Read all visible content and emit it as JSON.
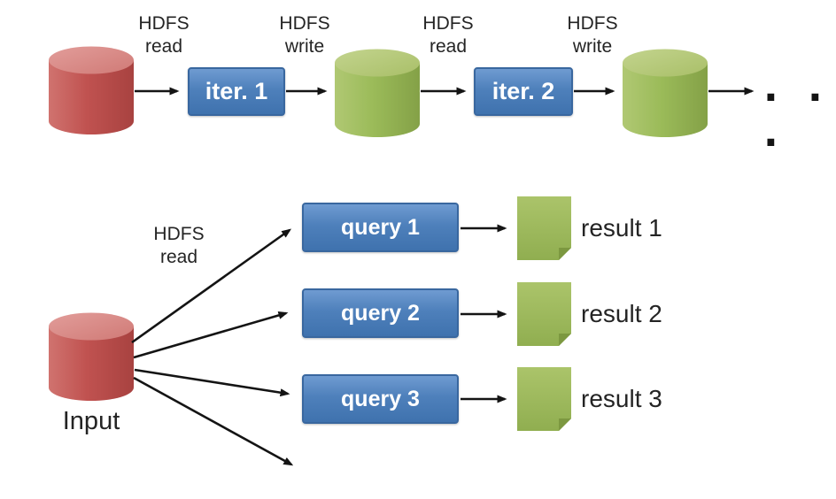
{
  "diagram": {
    "title_semantic": "HDFS iterative and interactive data flow",
    "colors": {
      "input_cylinder_red": "#c05250",
      "output_cylinder_green": "#9bbb59",
      "process_box_blue": "#4e80bb",
      "arrow_black": "#141414",
      "label_text": "#242424"
    },
    "top_flow": {
      "label_read_1": "HDFS\nread",
      "iter_1": "iter. 1",
      "label_write_1": "HDFS\nwrite",
      "label_read_2": "HDFS\nread",
      "iter_2": "iter. 2",
      "label_write_2": "HDFS\nwrite",
      "ellipsis": ". . ."
    },
    "bottom_flow": {
      "label_read": "HDFS\nread",
      "input_label": "Input",
      "queries": [
        "query 1",
        "query 2",
        "query 3"
      ],
      "results": [
        "result 1",
        "result 2",
        "result 3"
      ]
    }
  }
}
